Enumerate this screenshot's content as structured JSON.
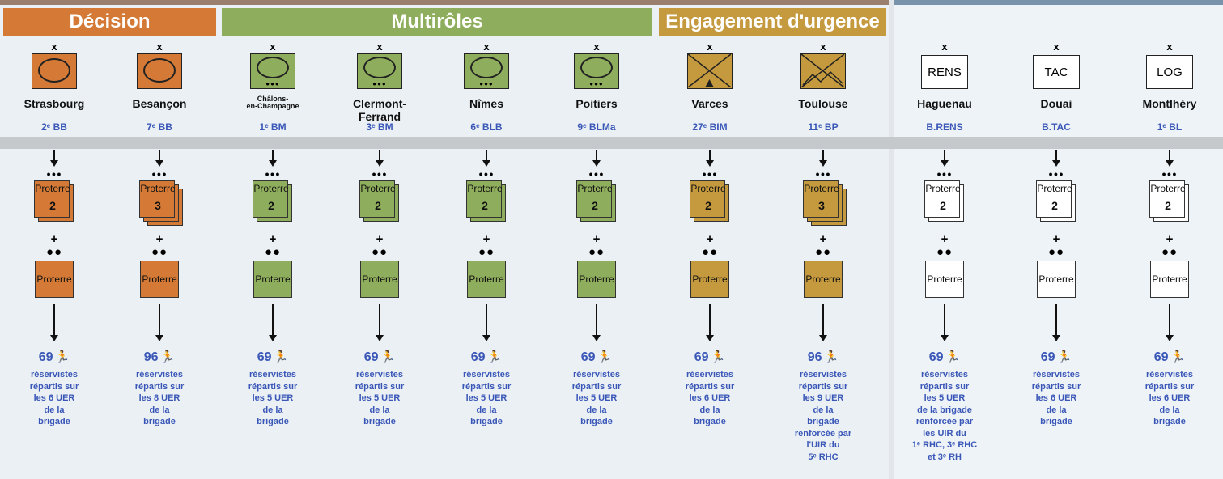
{
  "headers": [
    {
      "label": "Décision",
      "color": "#d57a36"
    },
    {
      "label": "Multirôles",
      "color": "#8fae5d"
    },
    {
      "label": "Engagement d'urgence",
      "color": "#c59a3f"
    }
  ],
  "common": {
    "x_mark": "x",
    "proterre": "Proterre",
    "plus": "+",
    "dots3": "●●●",
    "dots2": "●●"
  },
  "brigades": [
    {
      "city": "Strasbourg",
      "unit": "2ᵉ BB",
      "stack": "2",
      "count": "69",
      "desc": "réservistes\nrépartis sur\nles 6 UER\nde la\nbrigade",
      "color": "#d57a36",
      "symbol": "oval"
    },
    {
      "city": "Besançon",
      "unit": "7ᵉ BB",
      "stack": "3",
      "count": "96",
      "desc": "réservistes\nrépartis sur\nles 8 UER\nde la\nbrigade",
      "color": "#d57a36",
      "symbol": "oval"
    },
    {
      "city": "Châlons-\nen-Champagne",
      "unit": "1ᵉ BM",
      "stack": "2",
      "count": "69",
      "desc": "réservistes\nrépartis sur\nles 5 UER\nde la\nbrigade",
      "color": "#8fae5d",
      "symbol": "oval-dots"
    },
    {
      "city": "Clermont-Ferrand",
      "unit": "3ᵉ BM",
      "stack": "2",
      "count": "69",
      "desc": "réservistes\nrépartis sur\nles 5 UER\nde la\nbrigade",
      "color": "#8fae5d",
      "symbol": "oval-dots"
    },
    {
      "city": "Nîmes",
      "unit": "6ᵉ BLB",
      "stack": "2",
      "count": "69",
      "desc": "réservistes\nrépartis sur\nles 5 UER\nde la\nbrigade",
      "color": "#8fae5d",
      "symbol": "oval-dots"
    },
    {
      "city": "Poitiers",
      "unit": "9ᵉ BLMa",
      "stack": "2",
      "count": "69",
      "desc": "réservistes\nrépartis sur\nles 5 UER\nde la\nbrigade",
      "color": "#8fae5d",
      "symbol": "oval-dots"
    },
    {
      "city": "Varces",
      "unit": "27ᵉ BIM",
      "stack": "2",
      "count": "69",
      "desc": "réservistes\nrépartis sur\nles 6 UER\nde la\nbrigade",
      "color": "#c59a3f",
      "symbol": "cross"
    },
    {
      "city": "Toulouse",
      "unit": "11ᵉ BP",
      "stack": "3",
      "count": "96",
      "desc": "réservistes\nrépartis sur\nles 9 UER\nde la\nbrigade\nrenforcée par\nl'UIR du\n5ᵉ RHC",
      "color": "#c59a3f",
      "symbol": "cross"
    },
    {
      "city": "Haguenau",
      "unit": "B.RENS",
      "stack": "2",
      "count": "69",
      "desc": "réservistes\nrépartis sur\nles 5 UER\nde la brigade\nrenforcée par\nles UIR du\n1ᵉ RHC, 3ᵉ RHC\net 3ᵉ RH",
      "color": "#ffffff",
      "symbol": "text",
      "symbol_text": "RENS"
    },
    {
      "city": "Douai",
      "unit": "B.TAC",
      "stack": "2",
      "count": "69",
      "desc": "réservistes\nrépartis sur\nles 6 UER\nde la\nbrigade",
      "color": "#ffffff",
      "symbol": "text",
      "symbol_text": "TAC"
    },
    {
      "city": "Montlhéry",
      "unit": "1ᵉ BL",
      "stack": "2",
      "count": "69",
      "desc": "réservistes\nrépartis sur\nles 6 UER\nde la\nbrigade",
      "color": "#ffffff",
      "symbol": "text",
      "symbol_text": "LOG"
    }
  ]
}
